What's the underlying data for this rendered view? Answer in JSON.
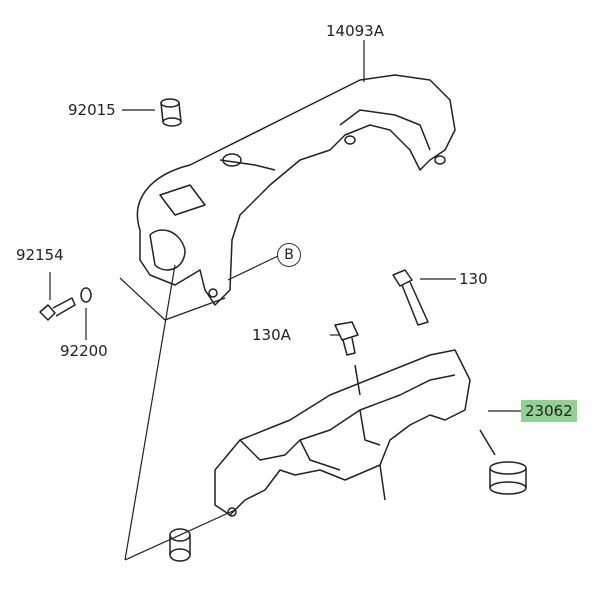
{
  "parts": {
    "p14093A": "14093A",
    "p92015": "92015",
    "p92154": "92154",
    "p92200": "92200",
    "p130": "130",
    "p130A": "130A",
    "p23062": "23062"
  },
  "reference_marker": "B",
  "highlight_color": "#90d090"
}
